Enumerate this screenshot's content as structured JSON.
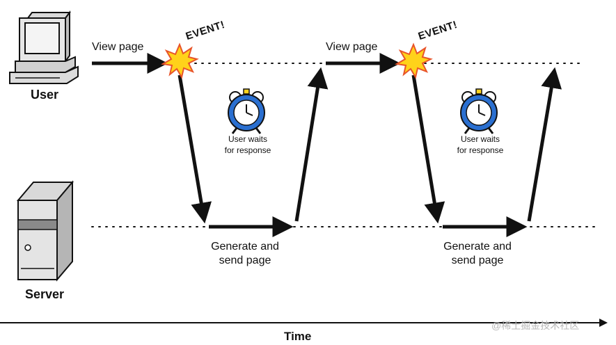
{
  "actors": {
    "user": "User",
    "server": "Server"
  },
  "cycles": [
    {
      "request": "View page",
      "event": "EVENT!",
      "wait": [
        "User waits",
        "for response"
      ],
      "response": [
        "Generate and",
        "send page"
      ]
    },
    {
      "request": "View page",
      "event": "EVENT!",
      "wait": [
        "User waits",
        "for response"
      ],
      "response": [
        "Generate and",
        "send page"
      ]
    }
  ],
  "axis": {
    "label": "Time"
  },
  "watermark": "@稀土掘金技术社区",
  "colors": {
    "line": "#111111",
    "starburst_fill": "#ffd21a",
    "starburst_stroke": "#e8542a",
    "clock": "#2a6fd0"
  },
  "icons": [
    "computer-icon",
    "server-tower-icon",
    "alarm-clock-icon",
    "starburst-icon"
  ]
}
